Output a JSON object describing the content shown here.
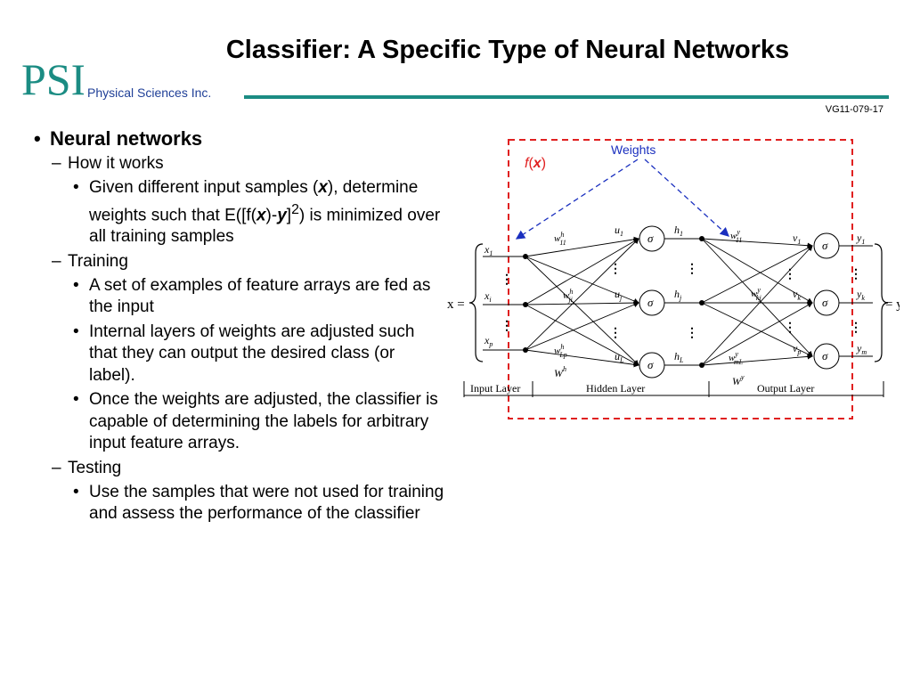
{
  "slide": {
    "title": "Classifier: A Specific Type of Neural Networks",
    "company": "Physical Sciences Inc.",
    "doc_id": "VG11-079-17",
    "logo_text": "PSI"
  },
  "bullets": {
    "neural_networks": "Neural networks",
    "how_it_works": "How it works",
    "given_p1": "Given different input samples (",
    "given_x": "x",
    "given_p2": "), determine weights such that E([f(",
    "given_x2": "x",
    "given_dash": ")-",
    "given_y": "y",
    "given_close": "]",
    "given_sup": "2",
    "given_p3": ") is minimized over all training samples",
    "training": "Training",
    "training_1": "A set of examples of feature arrays are fed as the input",
    "training_2": "Internal layers of weights are adjusted such that they can output the desired class (or label).",
    "training_3": "Once the weights are adjusted, the classifier is capable of determining the labels for arbitrary input feature arrays.",
    "testing": "Testing",
    "testing_1": "Use the samples that were not used for training and assess the performance of the classifier"
  },
  "diagram": {
    "fx_f": "f",
    "fx_open": "(",
    "fx_x": "x",
    "fx_close": ")",
    "weights": "Weights",
    "x_eq": "x =",
    "eq_y": "= y",
    "inputs": [
      "x1",
      "xi",
      "xp"
    ],
    "hidden_in": [
      "u1",
      "uj",
      "uL"
    ],
    "hidden_out": [
      "h1",
      "hj",
      "hL"
    ],
    "out_in": [
      "v1",
      "vk",
      "vp"
    ],
    "outputs": [
      "y1",
      "yk",
      "ym"
    ],
    "weights_h": [
      "w11",
      "wji",
      "wLp"
    ],
    "weights_y": [
      "w11",
      "wkj",
      "wmL"
    ],
    "sigma": "σ",
    "Wh": "W",
    "Wh_sup": "h",
    "Wy": "W",
    "Wy_sup": "y",
    "sup_h": "h",
    "sup_y": "y",
    "layers": [
      "Input Layer",
      "Hidden Layer",
      "Output Layer"
    ],
    "colors": {
      "box": "#e02020",
      "weights": "#1a2fbf"
    }
  }
}
